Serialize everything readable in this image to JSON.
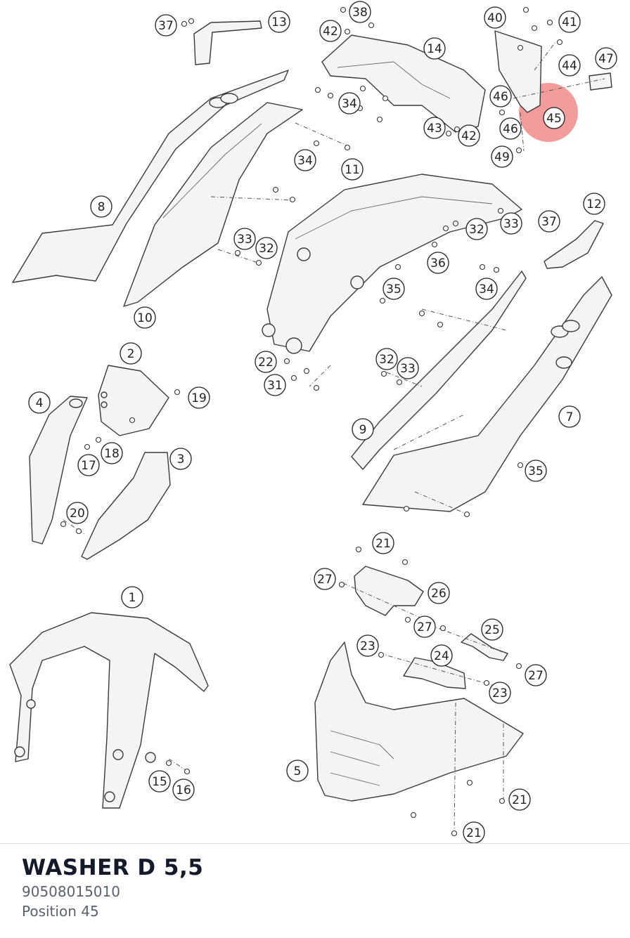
{
  "diagram": {
    "highlight_color": "#e84a4a",
    "highlighted_position": "45",
    "callouts": [
      "37",
      "13",
      "42",
      "38",
      "14",
      "40",
      "41",
      "44",
      "47",
      "46",
      "45",
      "43",
      "42",
      "46",
      "49",
      "34",
      "34",
      "11",
      "8",
      "33",
      "32",
      "12",
      "37",
      "10",
      "36",
      "32",
      "33",
      "34",
      "35",
      "2",
      "19",
      "4",
      "18",
      "17",
      "3",
      "22",
      "31",
      "32",
      "33",
      "9",
      "7",
      "35",
      "20",
      "21",
      "27",
      "26",
      "27",
      "1",
      "25",
      "23",
      "24",
      "27",
      "23",
      "5",
      "15",
      "16",
      "21",
      "21"
    ]
  },
  "part": {
    "name": "WASHER D 5,5",
    "number": "90508015010",
    "position_label": "Position 45"
  }
}
